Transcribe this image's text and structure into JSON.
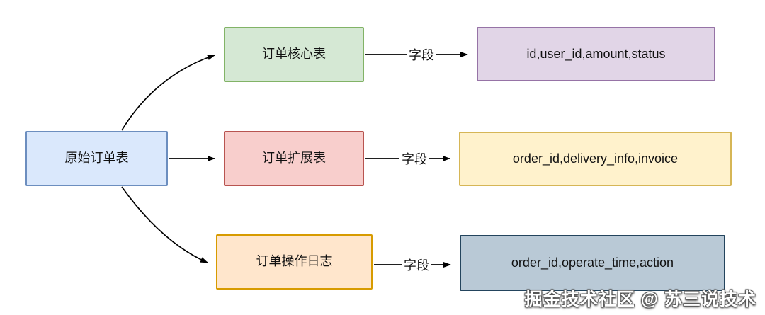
{
  "diagram": {
    "source": {
      "label": "原始订单表"
    },
    "rows": [
      {
        "table": "订单核心表",
        "fields": "id,user_id,amount,status",
        "edge_label": "字段"
      },
      {
        "table": "订单扩展表",
        "fields": "order_id,delivery_info,invoice",
        "edge_label": "字段"
      },
      {
        "table": "订单操作日志",
        "fields": "order_id,operate_time,action",
        "edge_label": "字段"
      }
    ],
    "colors": {
      "source_fill": "#dae8fc",
      "source_border": "#6c8ebf",
      "core_fill": "#d5e8d4",
      "core_border": "#82b366",
      "ext_fill": "#f8cecc",
      "ext_border": "#b85450",
      "log_fill": "#ffe6cc",
      "log_border": "#d79b00",
      "core_fields_fill": "#e1d5e7",
      "core_fields_border": "#9673a6",
      "ext_fields_fill": "#fff2cc",
      "ext_fields_border": "#d6b656",
      "log_fields_fill": "#b9c9d6",
      "log_fields_border": "#23445d",
      "arrow": "#000000",
      "background": "#ffffff"
    }
  },
  "watermark": {
    "text": "掘金技术社区 @ 苏三说技术"
  }
}
